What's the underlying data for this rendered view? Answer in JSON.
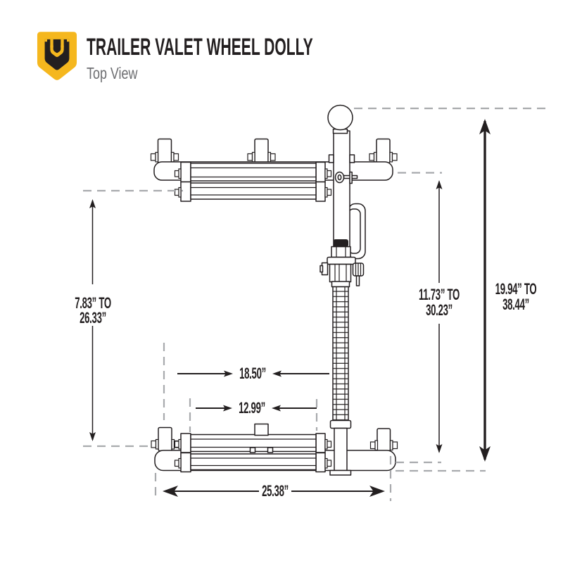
{
  "header": {
    "title": "TRAILER VALET WHEEL DOLLY",
    "subtitle": "Top View"
  },
  "icons": {
    "logo": "trailer-valet-shield"
  },
  "colors": {
    "brand_yellow": "#F5B71E",
    "ink": "#231F20",
    "dash_gray": "#A8AAAD",
    "subtitle_gray": "#6D6E71"
  },
  "diagram": {
    "dimensions": {
      "left_height": {
        "line1": "7.83” TO",
        "line2": "26.33”"
      },
      "center_height": {
        "line1": "11.73” TO",
        "line2": "30.23”"
      },
      "overall_height": {
        "line1": "19.94” TO",
        "line2": "38.44”"
      },
      "middle_width": "18.50”",
      "inner_width": "12.99”",
      "overall_width": "25.38”"
    }
  }
}
